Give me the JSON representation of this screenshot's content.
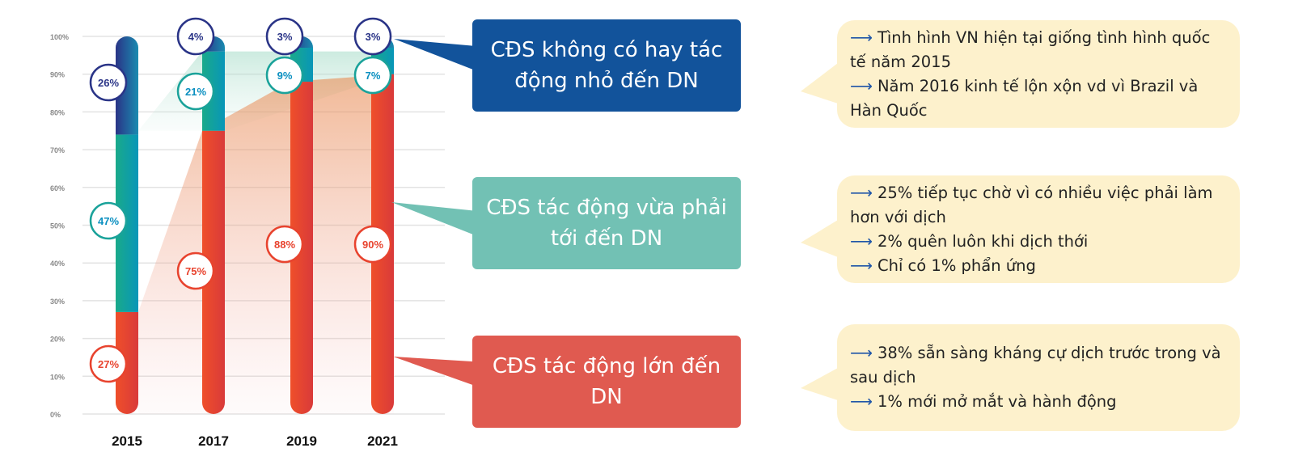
{
  "chart_data": {
    "type": "bar",
    "stacked": true,
    "categories": [
      "2015",
      "2017",
      "2019",
      "2021"
    ],
    "series": [
      {
        "name": "CĐS tác động lớn đến DN",
        "values": [
          27,
          75,
          88,
          90
        ],
        "color": "#e8432e"
      },
      {
        "name": "CĐS tác động vừa phải tới đến DN",
        "values": [
          47,
          21,
          9,
          7
        ],
        "color": "#10a39b"
      },
      {
        "name": "CĐS không có hay tác động nhỏ đến DN",
        "values": [
          26,
          4,
          3,
          3
        ],
        "color": "#273e8f"
      }
    ],
    "value_labels": [
      [
        "27%",
        "75%",
        "88%",
        "90%"
      ],
      [
        "47%",
        "21%",
        "9%",
        "7%"
      ],
      [
        "26%",
        "4%",
        "3%",
        "3%"
      ]
    ],
    "yticks": [
      "0%",
      "10%",
      "20%",
      "30%",
      "40%",
      "50%",
      "60%",
      "70%",
      "80%",
      "90%",
      "100%"
    ],
    "ylim": [
      0,
      100
    ],
    "grid": true
  },
  "legend_boxes": [
    {
      "text": "CĐS không có hay tác động nhỏ đến DN",
      "color": "#12539b"
    },
    {
      "text": "CĐS tác động vừa phải tới đến DN",
      "color": "#72c1b4"
    },
    {
      "text": "CĐS tác động lớn đến DN",
      "color": "#e05a50"
    }
  ],
  "notes": [
    {
      "lines": [
        "Tình hình VN hiện tại giống tình hình quốc tế năm 2015",
        "Năm 2016 kinh tế lộn xộn vd vì Brazil và Hàn Quốc"
      ]
    },
    {
      "lines": [
        "25% tiếp tục chờ vì có nhiều việc phải làm hơn với dịch",
        "2% quên luôn khi dịch thới",
        "Chỉ có 1% phẩn ứng"
      ]
    },
    {
      "lines": [
        "38% sẵn sàng kháng cự dịch trước trong và sau dịch",
        "1% mới mở mắt và hành động"
      ]
    }
  ],
  "arrow": "⟶",
  "note_bg": "#fdf1cc"
}
